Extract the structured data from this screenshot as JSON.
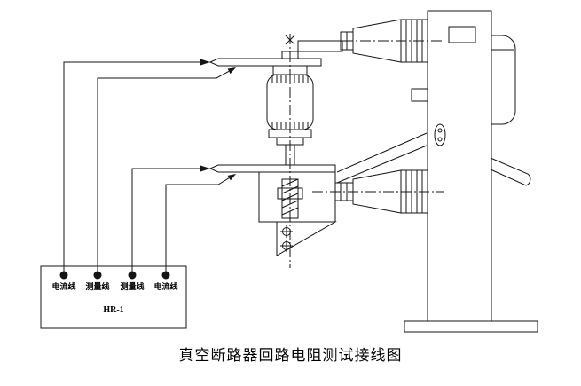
{
  "diagram": {
    "caption": "真空断路器回路电阻测试接线图"
  },
  "instrument": {
    "model": "HR-1",
    "terminals": [
      {
        "label": "电流线"
      },
      {
        "label": "测量线"
      },
      {
        "label": "测量线"
      },
      {
        "label": "电流线"
      }
    ]
  },
  "colors": {
    "line": "#151515",
    "background": "#ffffff"
  }
}
